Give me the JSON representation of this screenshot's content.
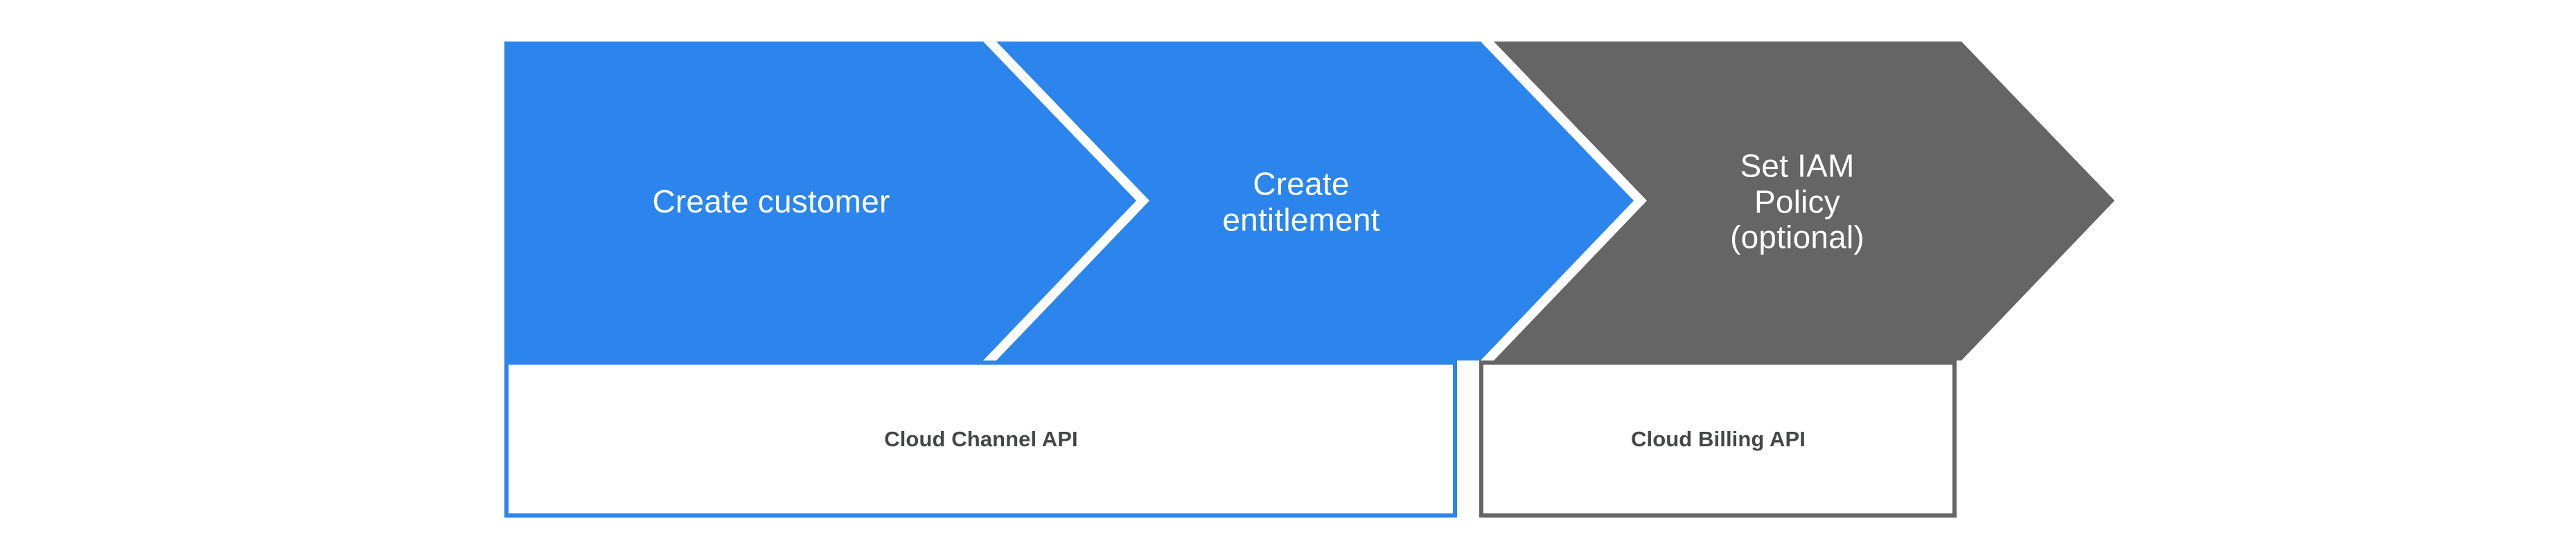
{
  "diagram": {
    "type": "process-flow-chevron",
    "background_color": "#ffffff",
    "colors": {
      "chevron_blue": "#2b85ec",
      "chevron_gray": "#656565",
      "label_text": "#ffffff",
      "api_box_text": "#444746",
      "api_box_fill": "#ffffff",
      "blue_border": "#2b85ec",
      "gray_border": "#656565"
    },
    "steps": [
      {
        "id": "create-customer",
        "label": "Create customer",
        "color": "#2b85ec",
        "order": 1,
        "optional": false,
        "api_group": "Cloud Channel API"
      },
      {
        "id": "create-entitlement",
        "label": "Create\nentitlement",
        "color": "#2b85ec",
        "order": 2,
        "optional": false,
        "api_group": "Cloud Channel API"
      },
      {
        "id": "set-iam-policy",
        "label": "Set IAM\nPolicy\n(optional)",
        "color": "#656565",
        "order": 3,
        "optional": true,
        "api_group": "Cloud Billing API"
      }
    ],
    "api_groups": [
      {
        "id": "cloud-channel-api",
        "label": "Cloud Channel API",
        "border_color": "#2b85ec",
        "covers_steps": [
          "create-customer",
          "create-entitlement"
        ]
      },
      {
        "id": "cloud-billing-api",
        "label": "Cloud Billing API",
        "border_color": "#656565",
        "covers_steps": [
          "set-iam-policy"
        ]
      }
    ]
  }
}
